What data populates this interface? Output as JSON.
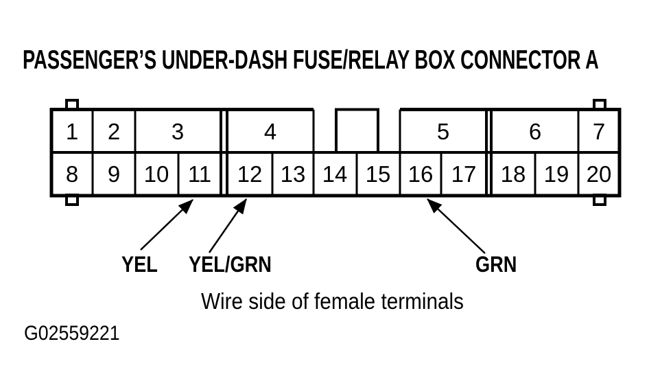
{
  "title": "PASSENGER’S UNDER-DASH FUSE/RELAY BOX CONNECTOR A",
  "connector": {
    "top_row_pins": [
      "1",
      "2",
      "3",
      "4",
      "5",
      "6",
      "7"
    ],
    "bottom_row_pins": [
      "8",
      "9",
      "10",
      "11",
      "12",
      "13",
      "14",
      "15",
      "16",
      "17",
      "18",
      "19",
      "20"
    ]
  },
  "wire_labels": [
    {
      "label": "YEL",
      "points_to_pin": "11"
    },
    {
      "label": "YEL/GRN",
      "points_to_pin": "12"
    },
    {
      "label": "GRN",
      "points_to_pin": "16"
    }
  ],
  "caption": "Wire side of female terminals",
  "figure_id": "G02559221",
  "colors": {
    "ink": "#000000",
    "background": "#ffffff"
  }
}
